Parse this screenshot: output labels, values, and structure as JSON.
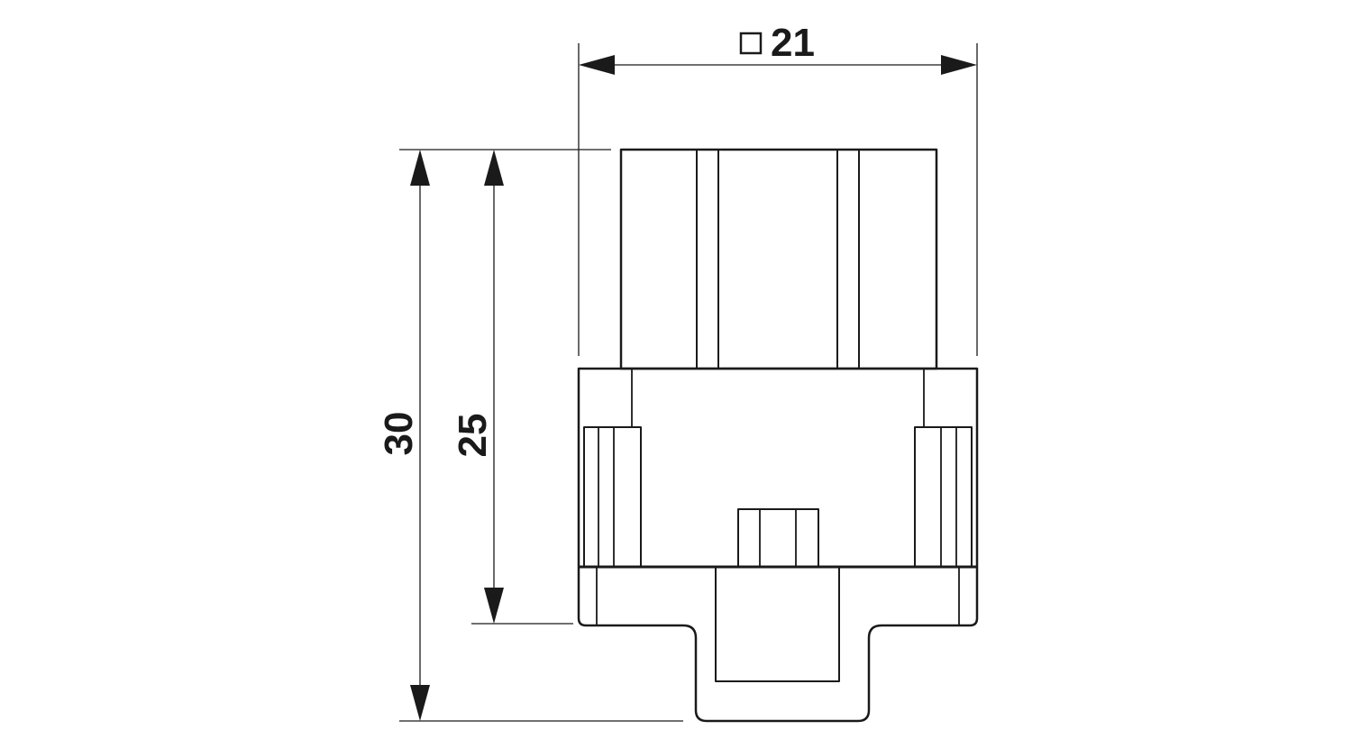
{
  "dimensions": {
    "width_value": "21",
    "width_symbol": "square",
    "height_total": "30",
    "height_body": "25"
  },
  "colors": {
    "line": "#1a1a1a",
    "background": "#ffffff"
  }
}
